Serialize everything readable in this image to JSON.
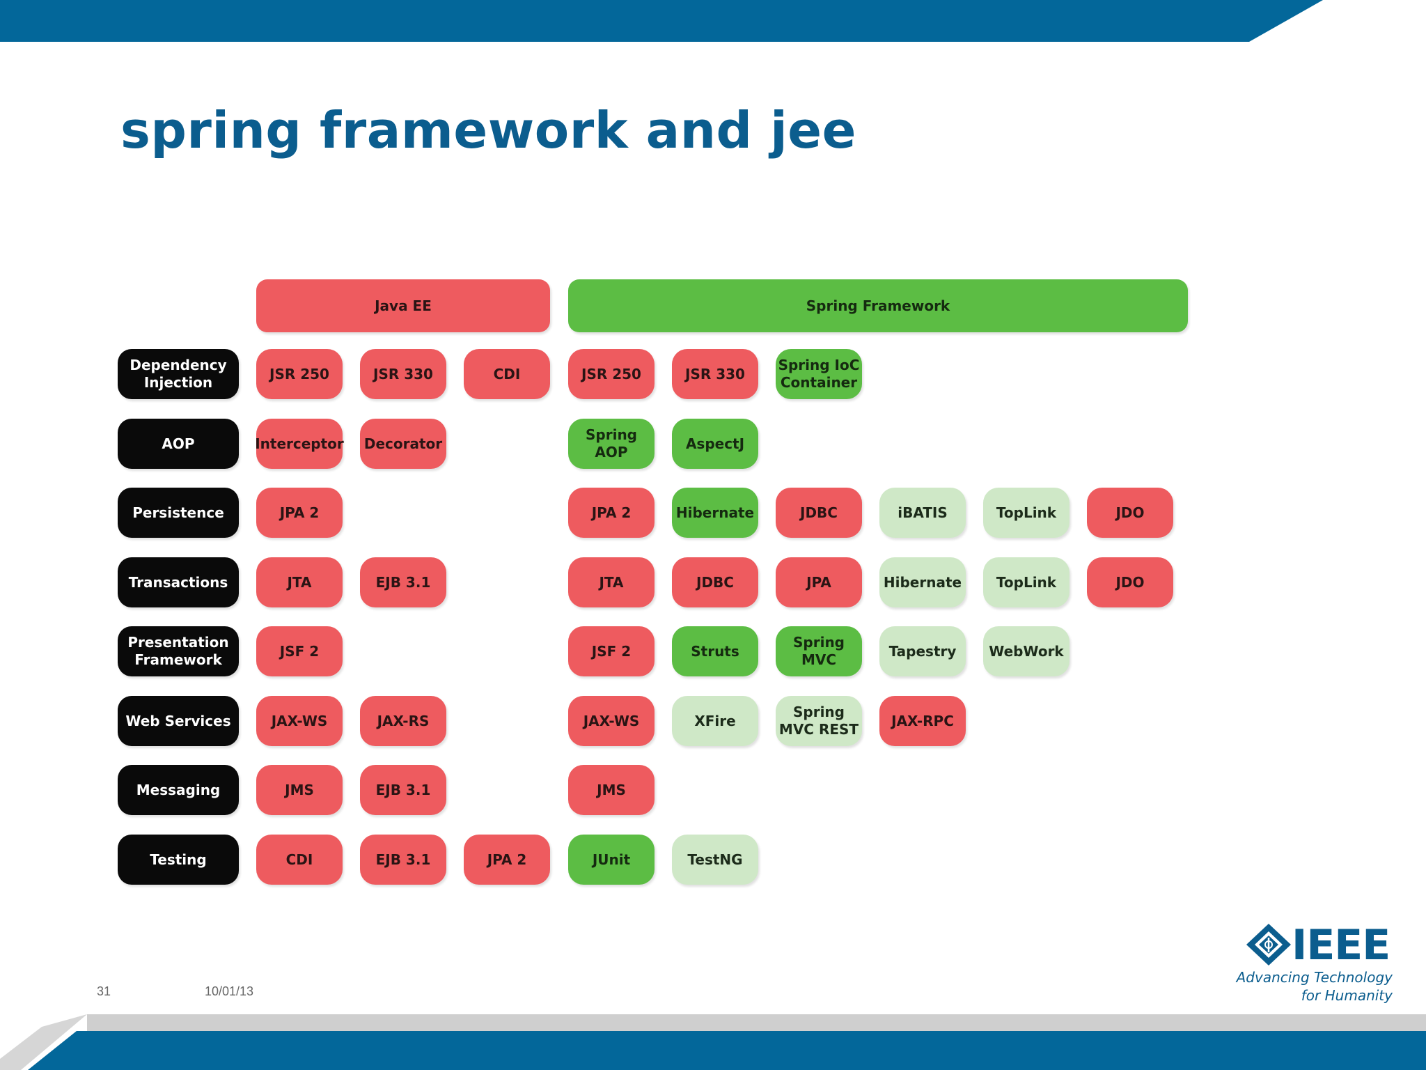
{
  "slide": {
    "title": "spring framework and jee",
    "page_number": "31",
    "date": "10/01/13"
  },
  "logo": {
    "name": "IEEE",
    "tagline": "Advancing Technology\nfor Humanity"
  },
  "colors": {
    "brand_blue": "#0b5d8e",
    "bar_blue": "#03679a",
    "red": "#ee5b5f",
    "green": "#5cbd44",
    "light_green": "#cfe8c7",
    "label_black": "#0a0a0a"
  },
  "diagram": {
    "headers": {
      "java_ee": "Java EE",
      "spring": "Spring Framework"
    },
    "rows": [
      {
        "label": "Dependency\nInjection",
        "java_ee": [
          {
            "text": "JSR 250",
            "color": "red"
          },
          {
            "text": "JSR 330",
            "color": "red"
          },
          {
            "text": "CDI",
            "color": "red"
          }
        ],
        "spring": [
          {
            "text": "JSR 250",
            "color": "red"
          },
          {
            "text": "JSR 330",
            "color": "red"
          },
          {
            "text": "Spring IoC\nContainer",
            "color": "green"
          }
        ]
      },
      {
        "label": "AOP",
        "java_ee": [
          {
            "text": "Interceptor",
            "color": "red"
          },
          {
            "text": "Decorator",
            "color": "red"
          }
        ],
        "spring": [
          {
            "text": "Spring\nAOP",
            "color": "green"
          },
          {
            "text": "AspectJ",
            "color": "green"
          }
        ]
      },
      {
        "label": "Persistence",
        "java_ee": [
          {
            "text": "JPA 2",
            "color": "red"
          }
        ],
        "spring": [
          {
            "text": "JPA 2",
            "color": "red"
          },
          {
            "text": "Hibernate",
            "color": "green"
          },
          {
            "text": "JDBC",
            "color": "red"
          },
          {
            "text": "iBATIS",
            "color": "lightgreen"
          },
          {
            "text": "TopLink",
            "color": "lightgreen"
          },
          {
            "text": "JDO",
            "color": "red"
          }
        ]
      },
      {
        "label": "Transactions",
        "java_ee": [
          {
            "text": "JTA",
            "color": "red"
          },
          {
            "text": "EJB 3.1",
            "color": "red"
          }
        ],
        "spring": [
          {
            "text": "JTA",
            "color": "red"
          },
          {
            "text": "JDBC",
            "color": "red"
          },
          {
            "text": "JPA",
            "color": "red"
          },
          {
            "text": "Hibernate",
            "color": "lightgreen"
          },
          {
            "text": "TopLink",
            "color": "lightgreen"
          },
          {
            "text": "JDO",
            "color": "red"
          }
        ]
      },
      {
        "label": "Presentation\nFramework",
        "java_ee": [
          {
            "text": "JSF 2",
            "color": "red"
          }
        ],
        "spring": [
          {
            "text": "JSF 2",
            "color": "red"
          },
          {
            "text": "Struts",
            "color": "green"
          },
          {
            "text": "Spring\nMVC",
            "color": "green"
          },
          {
            "text": "Tapestry",
            "color": "lightgreen"
          },
          {
            "text": "WebWork",
            "color": "lightgreen"
          }
        ]
      },
      {
        "label": "Web Services",
        "java_ee": [
          {
            "text": "JAX-WS",
            "color": "red"
          },
          {
            "text": "JAX-RS",
            "color": "red"
          }
        ],
        "spring": [
          {
            "text": "JAX-WS",
            "color": "red"
          },
          {
            "text": "XFire",
            "color": "lightgreen"
          },
          {
            "text": "Spring\nMVC REST",
            "color": "lightgreen"
          },
          {
            "text": "JAX-RPC",
            "color": "red"
          }
        ]
      },
      {
        "label": "Messaging",
        "java_ee": [
          {
            "text": "JMS",
            "color": "red"
          },
          {
            "text": "EJB 3.1",
            "color": "red"
          }
        ],
        "spring": [
          {
            "text": "JMS",
            "color": "red"
          }
        ]
      },
      {
        "label": "Testing",
        "java_ee": [
          {
            "text": "CDI",
            "color": "red"
          },
          {
            "text": "EJB 3.1",
            "color": "red"
          },
          {
            "text": "JPA 2",
            "color": "red"
          }
        ],
        "spring": [
          {
            "text": "JUnit",
            "color": "green"
          },
          {
            "text": "TestNG",
            "color": "lightgreen"
          }
        ]
      }
    ]
  }
}
